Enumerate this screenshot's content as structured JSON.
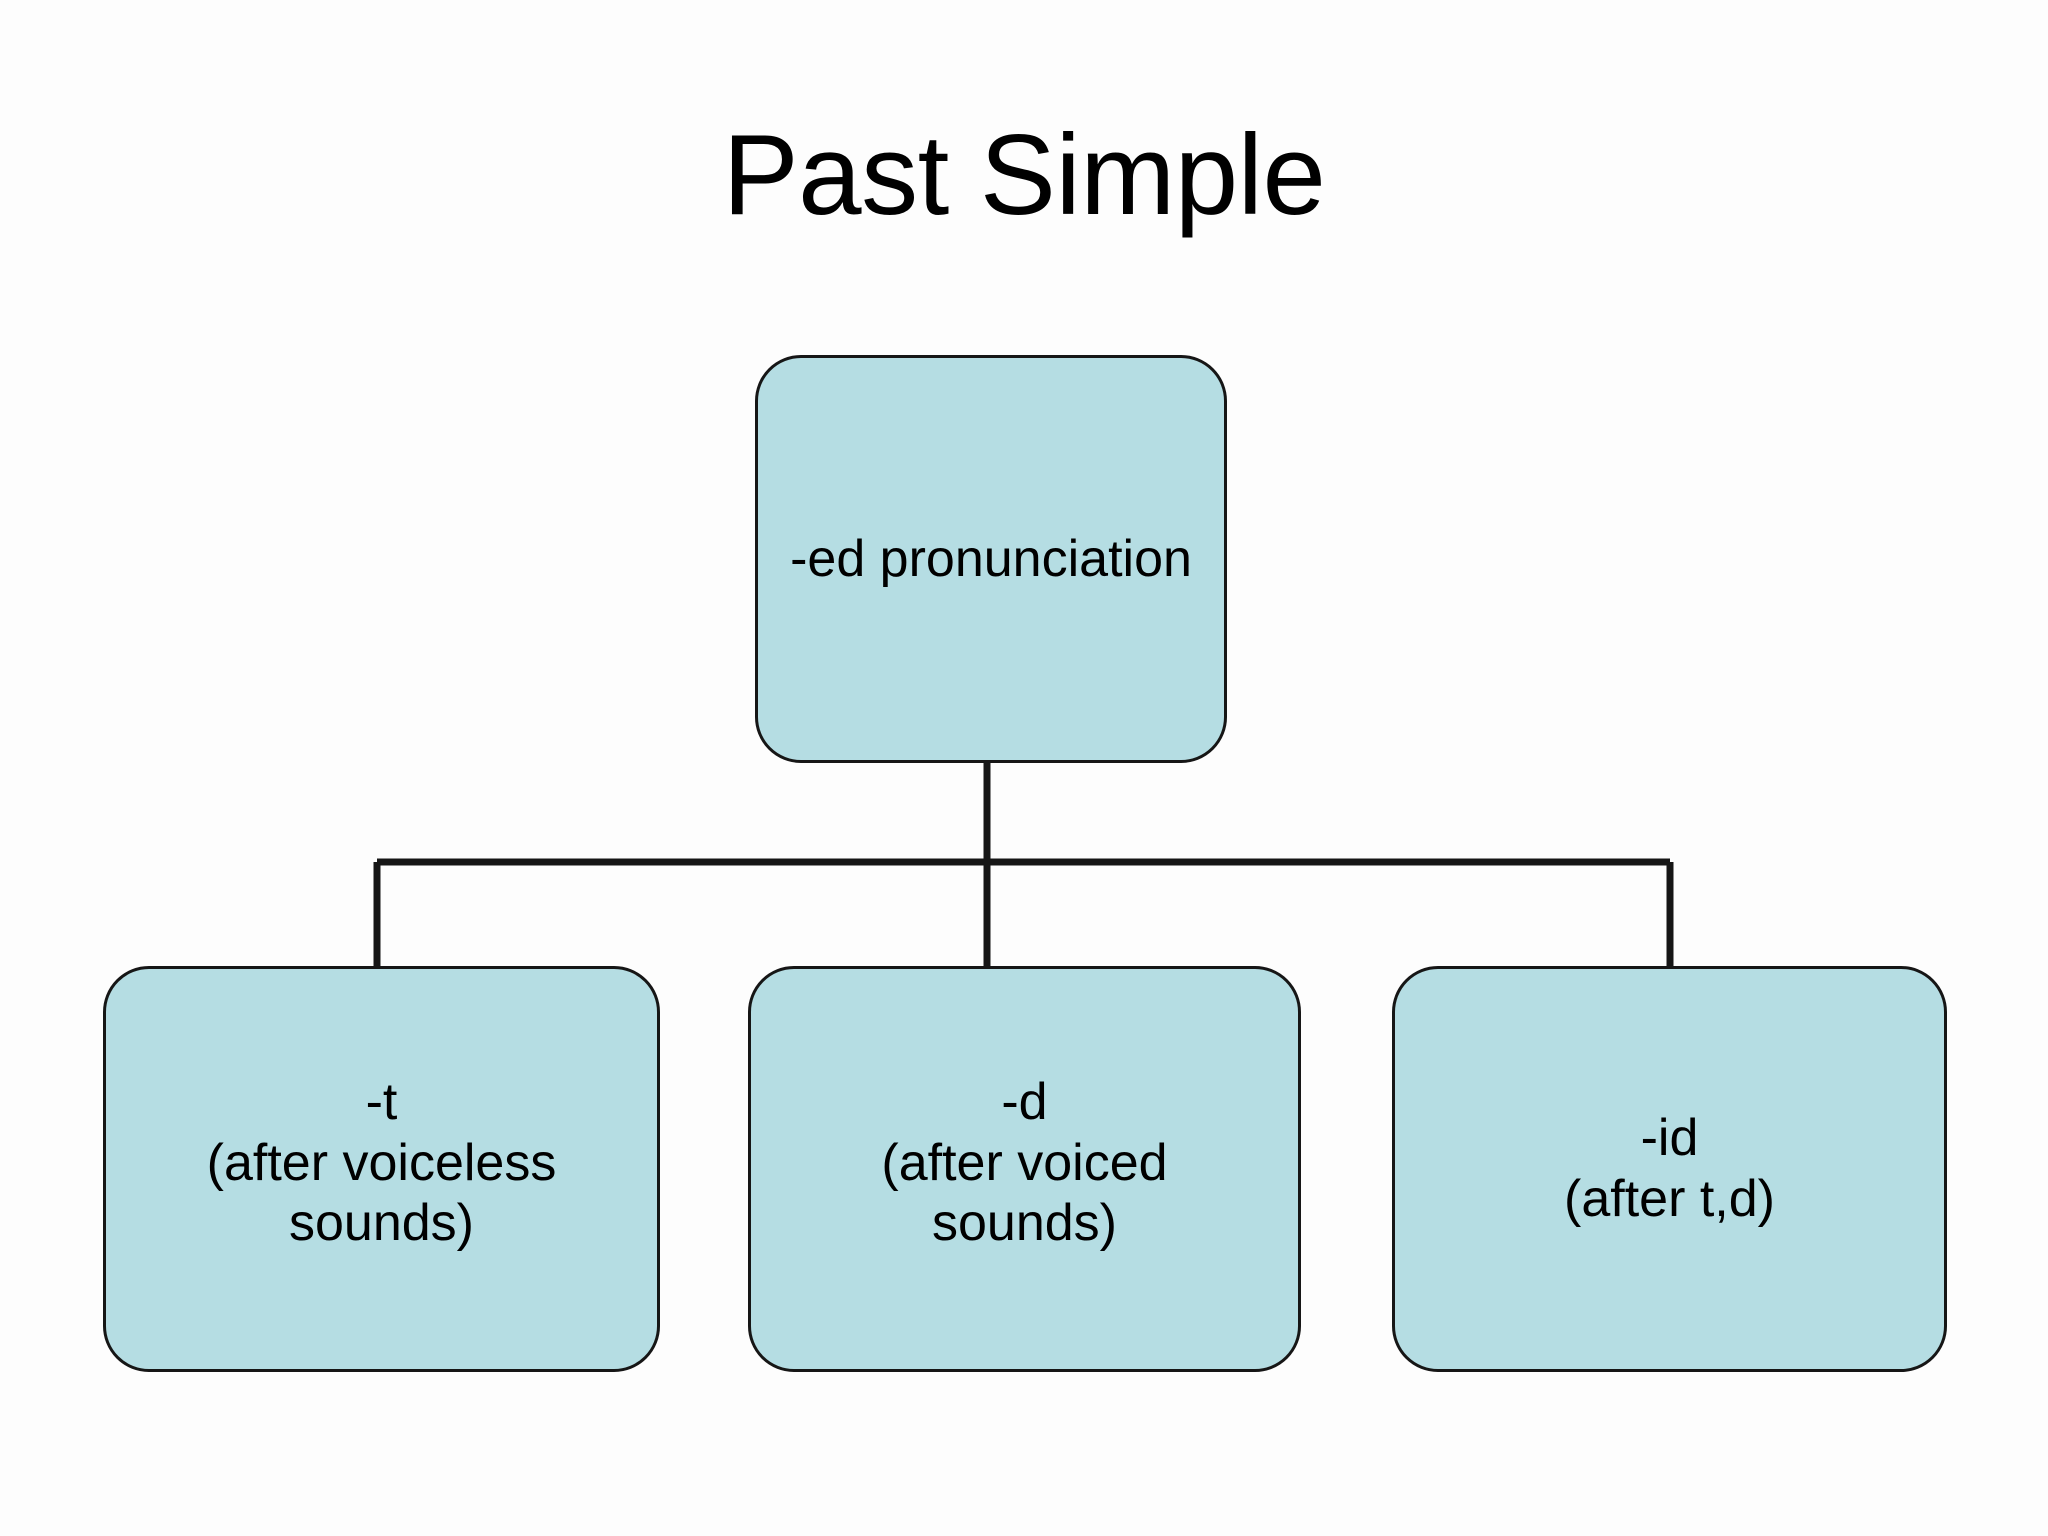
{
  "slide": {
    "title": "Past Simple",
    "background_color": "#fdfdfd",
    "node_fill_color": "#b5dde3",
    "node_border_color": "#161616",
    "text_color": "#000000",
    "connector_color": "#161616"
  },
  "diagram": {
    "type": "tree",
    "root": {
      "id": "ed-pronunciation",
      "label": "-ed pronunciation",
      "lines": [
        "-ed pronunciation"
      ]
    },
    "children": [
      {
        "id": "t",
        "label": "-t (after voiceless sounds)",
        "lines": [
          "-t",
          "(after voiceless",
          "sounds)"
        ]
      },
      {
        "id": "d",
        "label": "-d (after voiced sounds)",
        "lines": [
          "-d",
          "(after voiced",
          "sounds)"
        ]
      },
      {
        "id": "id",
        "label": "-id (after t,d)",
        "lines": [
          "-id",
          "(after t,d)"
        ]
      }
    ]
  }
}
